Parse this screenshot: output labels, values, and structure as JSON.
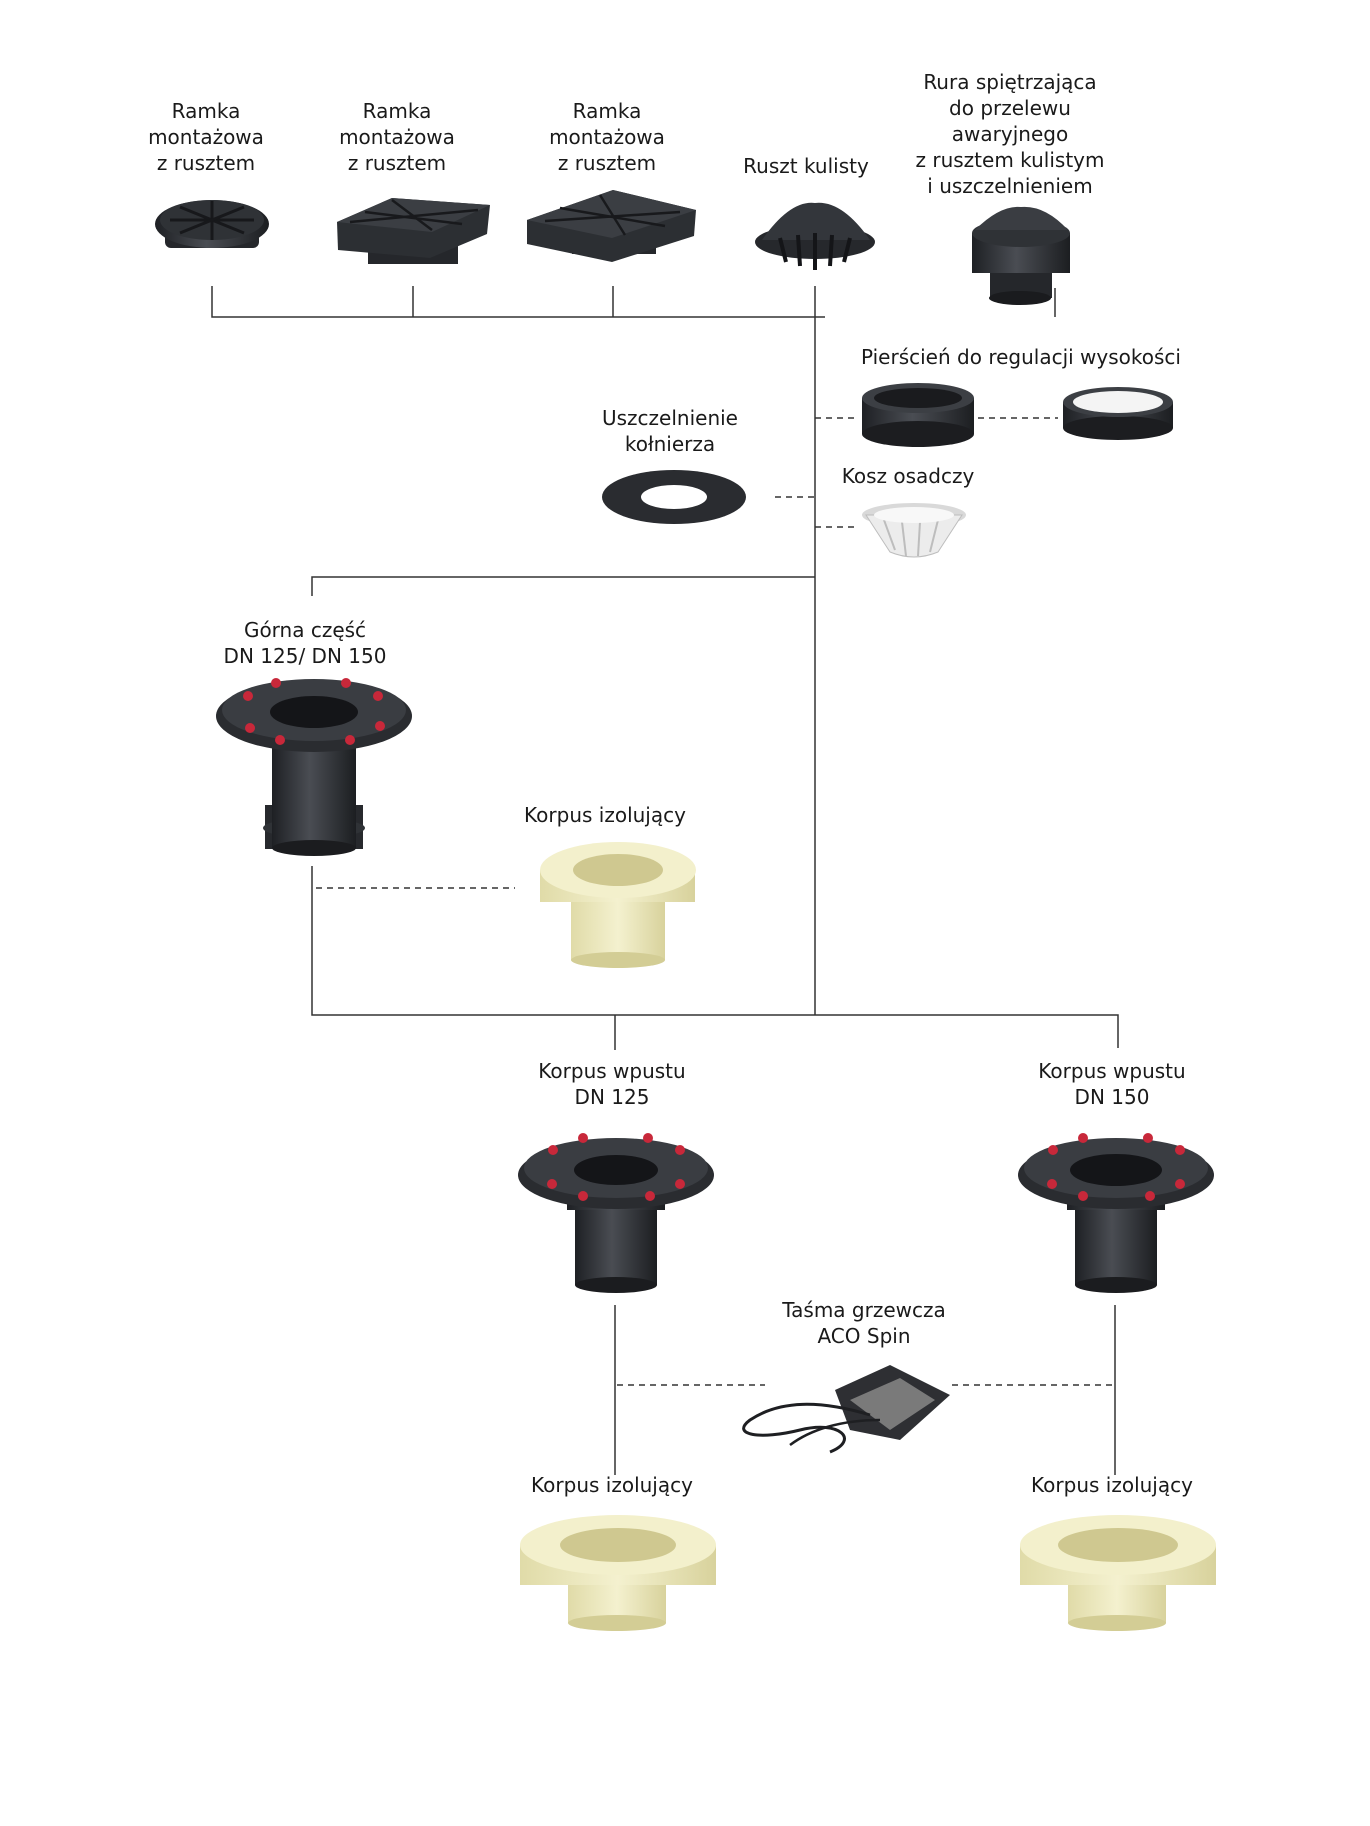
{
  "labels": {
    "frame_round": [
      "Ramka",
      "montażowa",
      "z rusztem"
    ],
    "frame_square_1": [
      "Ramka",
      "montażowa",
      "z rusztem"
    ],
    "frame_square_2": [
      "Ramka",
      "montażowa",
      "z rusztem"
    ],
    "grate_dome": [
      "Ruszt kulisty"
    ],
    "overflow_pipe": [
      "Rura spiętrzająca",
      "do przelewu",
      "awaryjnego",
      "z rusztem kulistym",
      "i uszczelnieniem"
    ],
    "height_ring": [
      "Pierścień do regulacji wysokości"
    ],
    "flange_seal": [
      "Uszczelnienie",
      "kołnierza"
    ],
    "sediment_basket": [
      "Kosz osadczy"
    ],
    "upper_part": [
      "Górna część",
      "DN 125/ DN 150"
    ],
    "insulation_upper": [
      "Korpus izolujący"
    ],
    "body_dn125": [
      "Korpus wpustu",
      "DN 125"
    ],
    "body_dn150": [
      "Korpus wpustu",
      "DN 150"
    ],
    "heating_tape": [
      "Taśma grzewcza",
      "ACO Spin"
    ],
    "insulation_dn125": [
      "Korpus izolujący"
    ],
    "insulation_dn150": [
      "Korpus izolujący"
    ]
  },
  "colors": {
    "part_dark": "#2b2d31",
    "part_mid": "#3c3f44",
    "insulation": "#ece8bf",
    "bolt": "#c8283a",
    "basket": "#e6e6e6"
  }
}
